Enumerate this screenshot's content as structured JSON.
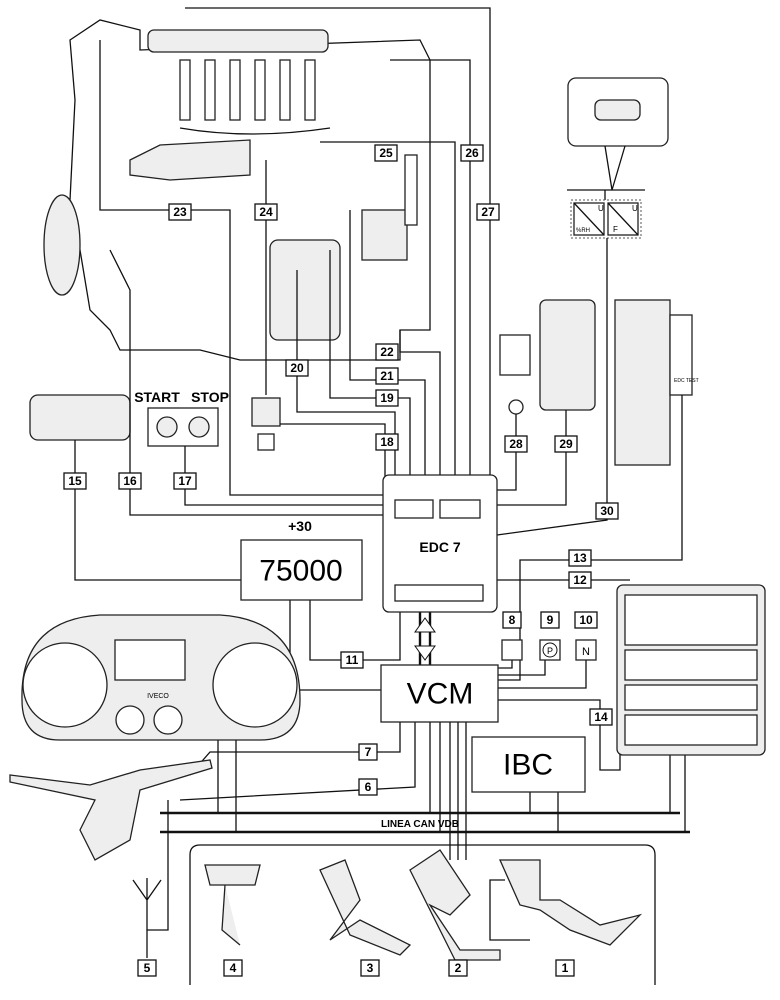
{
  "diagram": {
    "ecu_label": "EDC 7",
    "vcm_label": "VCM",
    "ibc_label": "IBC",
    "counter_value": "75000",
    "supply_label": "+30",
    "start_label": "START",
    "stop_label": "STOP",
    "can_bus_label": "LINEA CAN VDB",
    "dashboard_brand": "IVECO",
    "sensor_humidity_label": "%RH",
    "sensor_flow_label": "F",
    "sensor_voltage_label": "U",
    "edc_test_label": "EDC TEST",
    "callouts": [
      "1",
      "2",
      "3",
      "4",
      "5",
      "6",
      "7",
      "8",
      "9",
      "10",
      "11",
      "12",
      "13",
      "14",
      "15",
      "16",
      "17",
      "18",
      "19",
      "20",
      "21",
      "22",
      "23",
      "24",
      "25",
      "26",
      "27",
      "28",
      "29",
      "30"
    ],
    "indicators": {
      "n8": "",
      "n9": "P",
      "n10": "N"
    }
  }
}
